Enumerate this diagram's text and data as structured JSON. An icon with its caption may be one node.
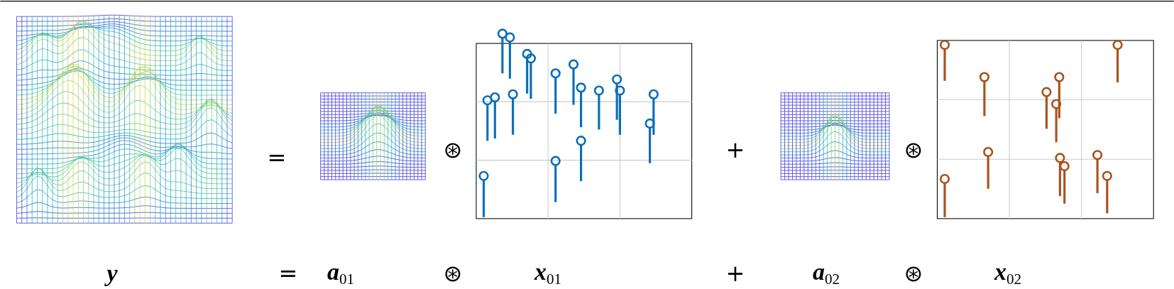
{
  "diagram": {
    "labels": [
      "=",
      "⊛",
      "+",
      "⊛",
      "**y**",
      "=",
      "**a**$_{01}$",
      "⊛",
      "**x**$_{01}$",
      "+",
      "**a**$_{02}$",
      "⊛",
      "**x**$_{02}$"
    ]
  }
}
